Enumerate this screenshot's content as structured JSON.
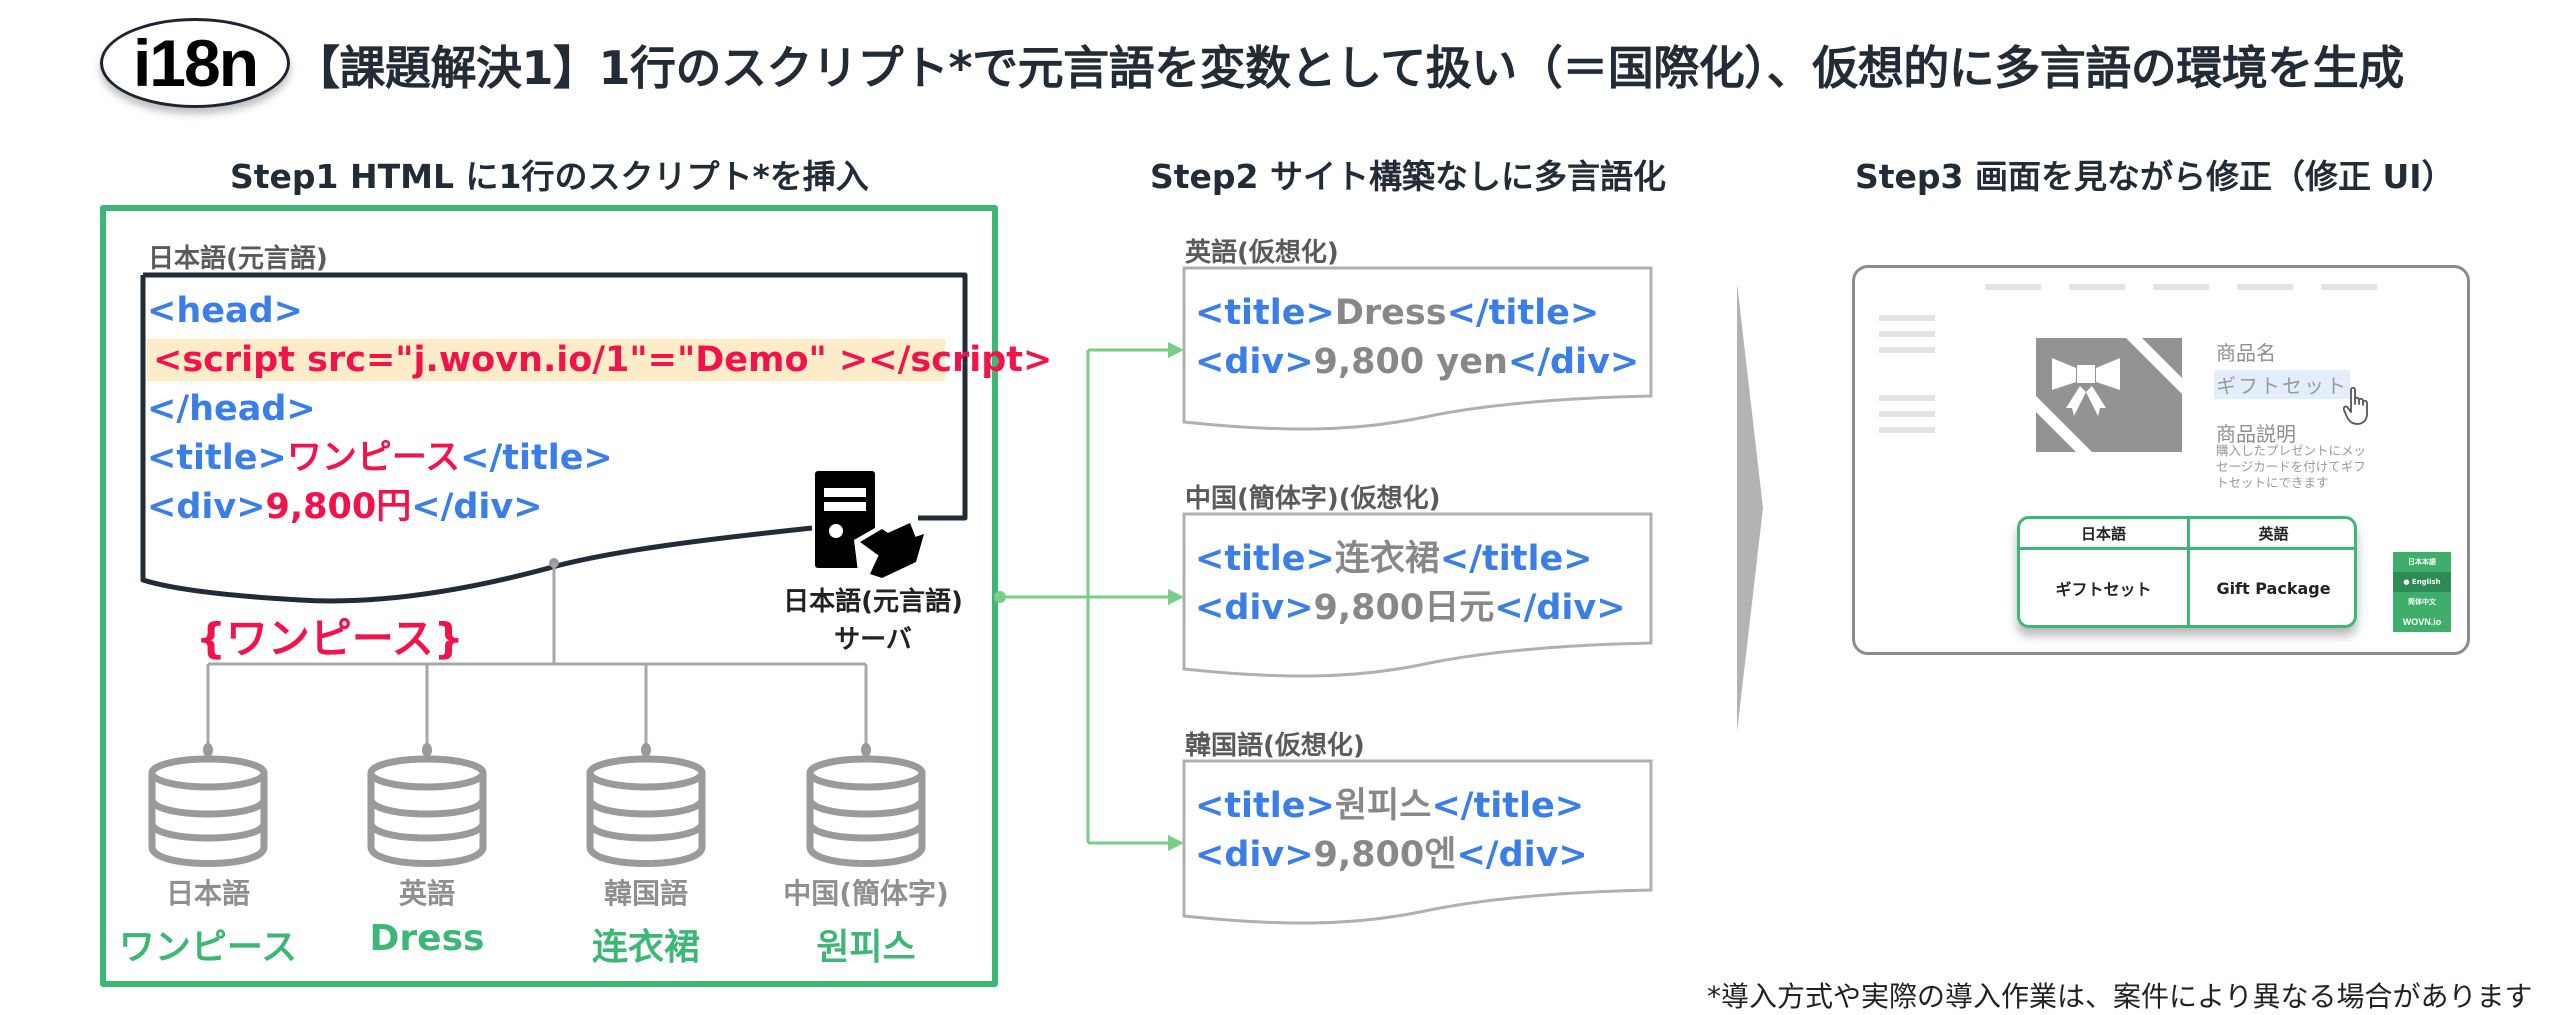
{
  "header": {
    "logo_text": "i18n",
    "title": "【課題解決1】1行のスクリプト*で元言語を変数として扱い（＝国際化）、仮想的に多言語の環境を生成"
  },
  "steps": [
    {
      "title": "Step1 HTML に1行のスクリプト*を挿入"
    },
    {
      "title": "Step2 サイト構築なしに多言語化"
    },
    {
      "title": "Step3 画面を見ながら修正（修正 UI）"
    }
  ],
  "step1": {
    "source_label": "日本語(元言語)",
    "code": {
      "head_open": "<head>",
      "script_line": "<script src=\"j.wovn.io/1\"=\"Demo\" ></script>",
      "head_close": "</head>",
      "title_open": "<title>",
      "title_value": "ワンピース",
      "title_close": "</title>",
      "div_open": "<div>",
      "div_value": "9,800円",
      "div_close": "</div>"
    },
    "server_icon": "server-folder-icon",
    "server_label_line1": "日本語(元言語)",
    "server_label_line2": "サーバ",
    "variable": "{ワンピース}",
    "databases": [
      {
        "language": "日本語",
        "value": "ワンピース",
        "icon": "database-icon"
      },
      {
        "language": "英語",
        "value": "Dress",
        "icon": "database-icon"
      },
      {
        "language": "韓国語",
        "value": "连衣裙",
        "icon": "database-icon"
      },
      {
        "language": "中国(簡体字)",
        "value": "원피스",
        "icon": "database-icon"
      }
    ]
  },
  "step2": {
    "tag_title_open": "<title>",
    "tag_title_close": "</title>",
    "tag_div_open": "<div>",
    "tag_div_close": "</div>",
    "blocks": [
      {
        "label": "英語(仮想化)",
        "title_value": "Dress",
        "div_value": "9,800 yen"
      },
      {
        "label": "中国(簡体字)(仮想化)",
        "title_value": "连衣裙",
        "div_value": "9,800日元"
      },
      {
        "label": "韓国語(仮想化)",
        "title_value": "원피스",
        "div_value": "9,800엔"
      }
    ]
  },
  "step3": {
    "product_name_label": "商品名",
    "product_name_value": "ギフトセット",
    "product_desc_label": "商品説明",
    "product_desc_value": "購入したプレゼントにメッセージカードを付けてギフトセットにできます",
    "cursor_icon": "hand-pointer-icon",
    "gift_icon": "gift-box-icon",
    "translation_table": {
      "headers": [
        "日本語",
        "英語"
      ],
      "row": [
        "ギフトセット",
        "Gift Package"
      ]
    },
    "language_widget": {
      "options": [
        "日本本語",
        "English",
        "简体中文"
      ],
      "selected": "English",
      "brand": "WOVN.io"
    }
  },
  "footnote": "*導入方式や実際の導入作業は、案件により異なる場合があります",
  "colors": {
    "green": "#3db676",
    "tag_blue": "#3a7ee6",
    "accent_red": "#f0134c",
    "highlight": "#fdecc8",
    "text_dark": "#222b36",
    "gray": "#888888"
  }
}
